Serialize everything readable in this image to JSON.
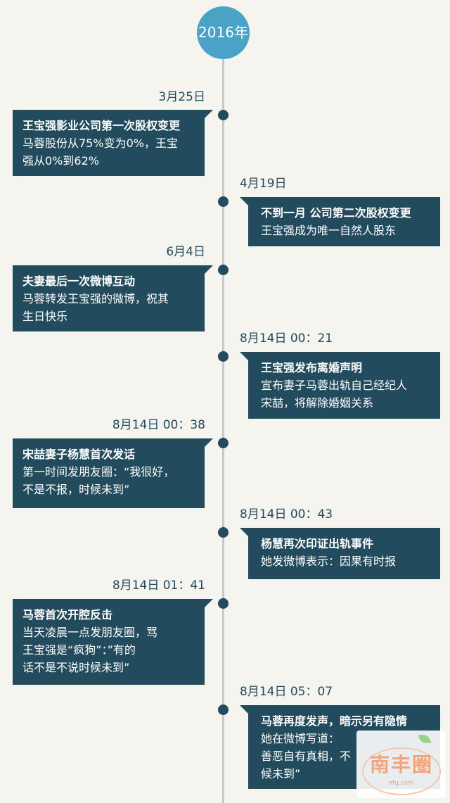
{
  "year": "2016年",
  "events": [
    {
      "date": "3月25日",
      "title": "王宝强影业公司第一次股权变更",
      "text": "马蓉股份从75%变为0%，王宝\n强从0%到62%"
    },
    {
      "date": "4月19日",
      "title": "不到一月 公司第二次股权变更",
      "text": "王宝强成为唯一自然人股东"
    },
    {
      "date": "6月4日",
      "title": "夫妻最后一次微博互动",
      "text": "马蓉转发王宝强的微博，祝其\n生日快乐"
    },
    {
      "date": "8月14日 00：21",
      "title": "王宝强发布离婚声明",
      "text": "宣布妻子马蓉出轨自己经纪人\n宋喆，将解除婚姻关系"
    },
    {
      "date": "8月14日 00：38",
      "title": "宋喆妻子杨慧首次发话",
      "text": "第一时间发朋友圈：“我很好，\n不是不报，时候未到”"
    },
    {
      "date": "8月14日 00：43",
      "title": "杨慧再次印证出轨事件",
      "text": "她发微博表示：因果有时报"
    },
    {
      "date": "8月14日 01：41",
      "title": "马蓉首次开腔反击",
      "text": "当天凌晨一点发朋友圈，骂\n王宝强是“疯狗”：”有的\n话不是不说时候未到”"
    },
    {
      "date": "8月14日 05：07",
      "title": "马蓉再度发声，暗示另有隐情",
      "text": "她在微博写道：\n善恶自有真相，不\n候未到”"
    }
  ],
  "watermark": {
    "logo": "南丰圈",
    "url": "nfq.com"
  },
  "colors": {
    "card": "#234b5e",
    "year_circle": "#4aa3c7",
    "axis": "#c8c8c8",
    "background": "#f5f4ef"
  }
}
